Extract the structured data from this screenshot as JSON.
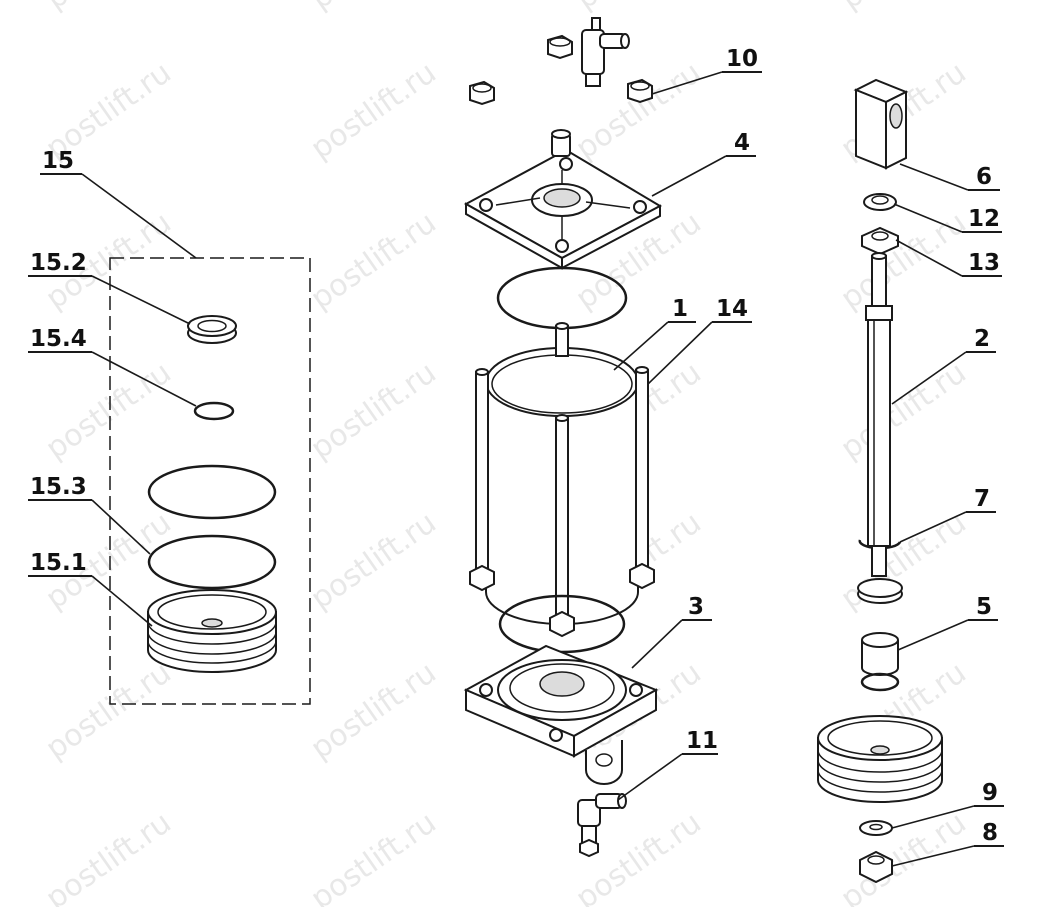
{
  "watermark": {
    "text": "postlift.ru"
  },
  "callouts": [
    {
      "id": "15",
      "text": "15"
    },
    {
      "id": "15_2",
      "text": "15.2"
    },
    {
      "id": "15_4",
      "text": "15.4"
    },
    {
      "id": "15_3",
      "text": "15.3"
    },
    {
      "id": "15_1",
      "text": "15.1"
    },
    {
      "id": "10",
      "text": "10"
    },
    {
      "id": "4",
      "text": "4"
    },
    {
      "id": "1",
      "text": "1"
    },
    {
      "id": "14",
      "text": "14"
    },
    {
      "id": "3",
      "text": "3"
    },
    {
      "id": "11",
      "text": "11"
    },
    {
      "id": "6",
      "text": "6"
    },
    {
      "id": "12",
      "text": "12"
    },
    {
      "id": "13",
      "text": "13"
    },
    {
      "id": "2",
      "text": "2"
    },
    {
      "id": "7",
      "text": "7"
    },
    {
      "id": "5",
      "text": "5"
    },
    {
      "id": "9",
      "text": "9"
    },
    {
      "id": "8",
      "text": "8"
    }
  ]
}
